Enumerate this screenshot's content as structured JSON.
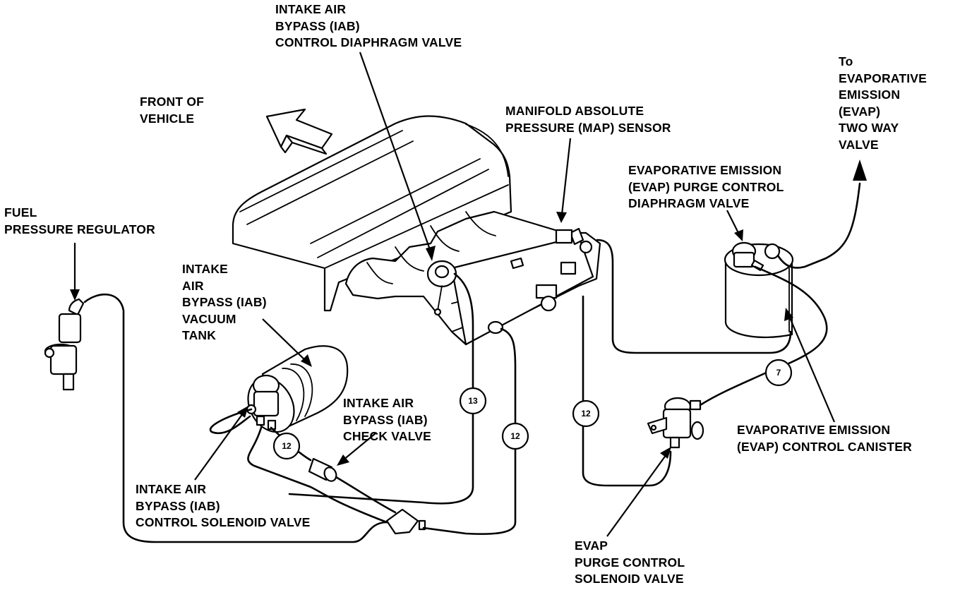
{
  "labels": {
    "iab_diaphragm": [
      "INTAKE AIR",
      "BYPASS (IAB)",
      "CONTROL DIAPHRAGM VALVE"
    ],
    "front_of_vehicle": [
      "FRONT OF",
      "VEHICLE"
    ],
    "map_sensor": [
      "MANIFOLD ABSOLUTE",
      "PRESSURE (MAP) SENSOR"
    ],
    "evap_two_way": [
      "To",
      "EVAPORATIVE",
      "EMISSION",
      "(EVAP)",
      "TWO WAY",
      "VALVE"
    ],
    "evap_purge_diaphragm": [
      "EVAPORATIVE EMISSION",
      "(EVAP) PURGE CONTROL",
      "DIAPHRAGM VALVE"
    ],
    "fuel_pressure_regulator": [
      "FUEL",
      "PRESSURE REGULATOR"
    ],
    "iab_vacuum_tank": [
      "INTAKE",
      "AIR",
      "BYPASS (IAB)",
      "VACUUM",
      "TANK"
    ],
    "iab_check_valve": [
      "INTAKE AIR",
      "BYPASS (IAB)",
      "CHECK VALVE"
    ],
    "evap_canister": [
      "EVAPORATIVE EMISSION",
      "(EVAP) CONTROL CANISTER"
    ],
    "iab_solenoid": [
      "INTAKE AIR",
      "BYPASS (IAB)",
      "CONTROL SOLENOID VALVE"
    ],
    "evap_purge_solenoid": [
      "EVAP",
      "PURGE CONTROL",
      "SOLENOID VALVE"
    ]
  },
  "hose_numbers": {
    "h13": "13",
    "h12_center": "12",
    "h12_left": "12",
    "h12_right": "12",
    "h7": "7"
  }
}
